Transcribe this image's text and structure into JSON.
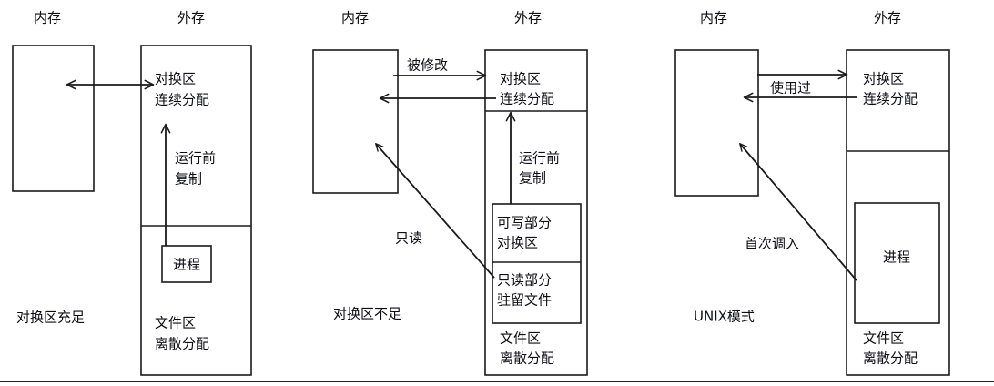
{
  "figure": {
    "type": "diagram",
    "description": "three-panel memory and external storage swap area diagram",
    "stroke_color": "#1a1a1a",
    "text_color": "#0d0d17",
    "background": "#ffffff"
  },
  "panels": [
    {
      "id": "panel-swap-sufficient",
      "memory_header": "内存",
      "storage_header": "外存",
      "caption": "对换区充足",
      "storage_top_label_line1": "对换区",
      "storage_top_label_line2": "连续分配",
      "storage_bottom_label_line1": "文件区",
      "storage_bottom_label_line2": "离散分配",
      "process_box_label": "进程",
      "vertical_arrow_label_line1": "运行前",
      "vertical_arrow_label_line2": "复制",
      "horizontal_arrow_label": ""
    },
    {
      "id": "panel-swap-insufficient",
      "memory_header": "内存",
      "storage_header": "外存",
      "caption": "对换区不足",
      "storage_top_label_line1": "对换区",
      "storage_top_label_line2": "连续分配",
      "storage_bottom_label_line1": "文件区",
      "storage_bottom_label_line2": "离散分配",
      "inner_upper_label_line1": "可写部分",
      "inner_upper_label_line2": "对换区",
      "inner_lower_label_line1": "只读部分",
      "inner_lower_label_line2": "驻留文件",
      "vertical_arrow_label_line1": "运行前",
      "vertical_arrow_label_line2": "复制",
      "top_arrow_label": "被修改",
      "diagonal_arrow_label": "只读"
    },
    {
      "id": "panel-unix-mode",
      "memory_header": "内存",
      "storage_header": "外存",
      "caption": "UNIX模式",
      "storage_top_label_line1": "对换区",
      "storage_top_label_line2": "连续分配",
      "storage_bottom_label_line1": "文件区",
      "storage_bottom_label_line2": "离散分配",
      "process_box_label": "进程",
      "top_arrow_label": "使用过",
      "diagonal_arrow_label": "首次调入"
    }
  ]
}
